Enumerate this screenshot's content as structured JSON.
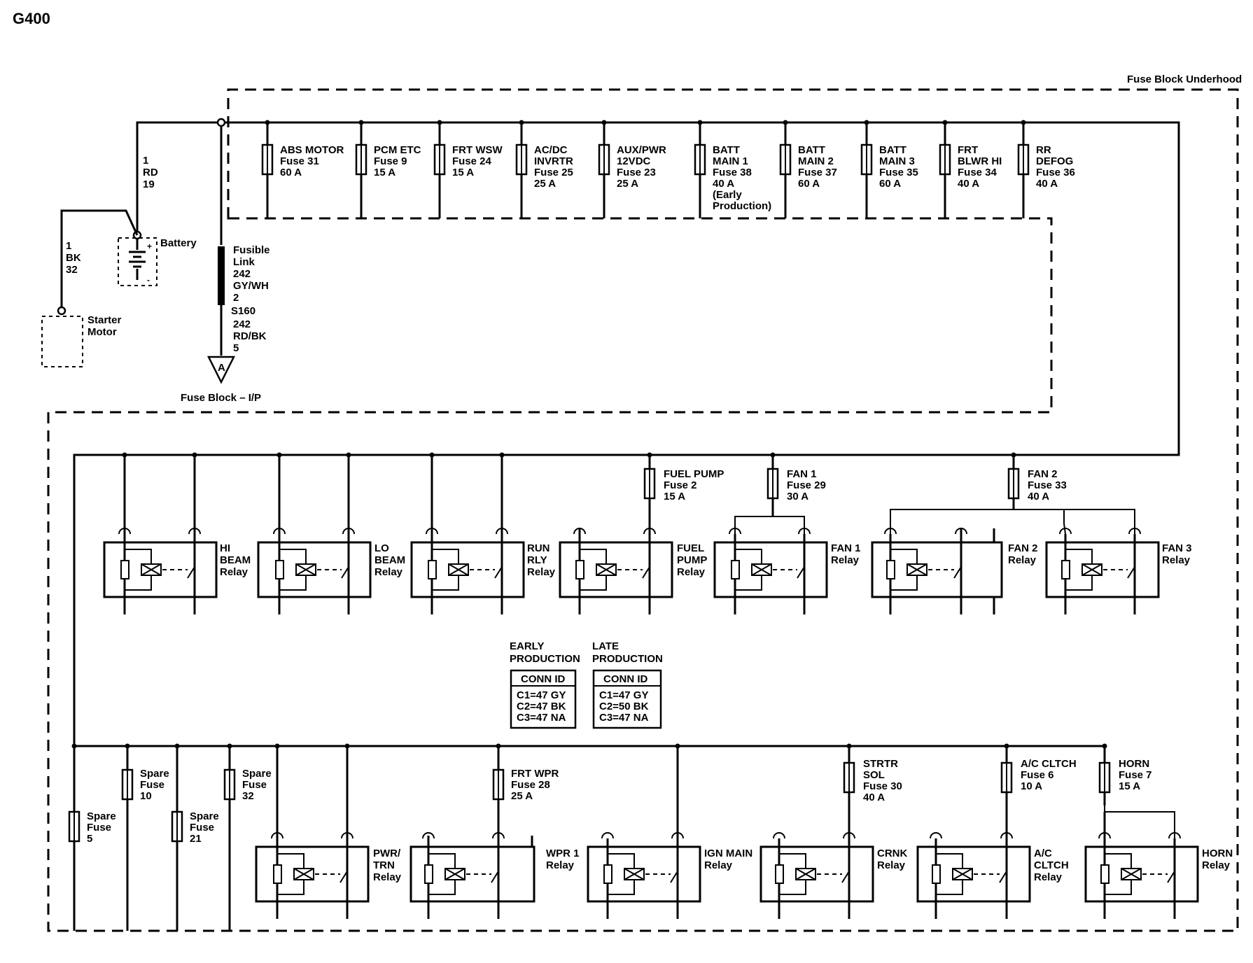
{
  "title": "G400",
  "underhood_label": "Fuse Block Underhood",
  "battery": {
    "label": "Battery",
    "plus": "+",
    "minus": "-"
  },
  "starter_motor": [
    "Starter",
    "Motor"
  ],
  "wire_rd": [
    "1",
    "RD",
    "19"
  ],
  "wire_bk": [
    "1",
    "BK",
    "32"
  ],
  "fusible_link": [
    "Fusible",
    "Link",
    "242",
    "GY/WH",
    "2"
  ],
  "splice": "S160",
  "wire_rdbk": [
    "242",
    "RD/BK",
    "5"
  ],
  "connector_a": "A",
  "fuse_block_ip": "Fuse Block – I/P",
  "top_fuses": [
    [
      "ABS MOTOR",
      "Fuse 31",
      "60 A"
    ],
    [
      "PCM ETC",
      "Fuse 9",
      "15 A"
    ],
    [
      "FRT WSW",
      "Fuse 24",
      "15 A"
    ],
    [
      "AC/DC",
      "INVRTR",
      "Fuse 25",
      "25 A"
    ],
    [
      "AUX/PWR",
      "12VDC",
      "Fuse 23",
      "25 A"
    ],
    [
      "BATT",
      "MAIN 1",
      "Fuse 38",
      "40 A",
      "(Early",
      "Production)"
    ],
    [
      "BATT",
      "MAIN 2",
      "Fuse 37",
      "60 A"
    ],
    [
      "BATT",
      "MAIN 3",
      "Fuse 35",
      "60 A"
    ],
    [
      "FRT",
      "BLWR HI",
      "Fuse 34",
      "40 A"
    ],
    [
      "RR",
      "DEFOG",
      "Fuse 36",
      "40 A"
    ]
  ],
  "mid_fuses": [
    [
      "FUEL PUMP",
      "Fuse 2",
      "15 A"
    ],
    [
      "FAN 1",
      "Fuse 29",
      "30 A"
    ],
    [
      "FAN 2",
      "Fuse 33",
      "40 A"
    ]
  ],
  "mid_relays": [
    [
      "HI",
      "BEAM",
      "Relay"
    ],
    [
      "LO",
      "BEAM",
      "Relay"
    ],
    [
      "RUN",
      "RLY",
      "Relay"
    ],
    [
      "FUEL",
      "PUMP",
      "Relay"
    ],
    [
      "FAN 1",
      "Relay"
    ],
    [
      "FAN 2",
      "Relay"
    ],
    [
      "FAN 3",
      "Relay"
    ]
  ],
  "conn_table": {
    "early_head": [
      "EARLY",
      "PRODUCTION"
    ],
    "late_head": [
      "LATE",
      "PRODUCTION"
    ],
    "col_title": "CONN ID",
    "early": [
      "C1=47 GY",
      "C2=47 BK",
      "C3=47 NA"
    ],
    "late": [
      "C1=47 GY",
      "C2=50 BK",
      "C3=47 NA"
    ]
  },
  "spare_fuses": [
    [
      "Spare",
      "Fuse",
      "5"
    ],
    [
      "Spare",
      "Fuse",
      "10"
    ],
    [
      "Spare",
      "Fuse",
      "21"
    ],
    [
      "Spare",
      "Fuse",
      "32"
    ]
  ],
  "bot_fuses": [
    [
      "FRT WPR",
      "Fuse 28",
      "25 A"
    ],
    [
      "STRTR",
      "SOL",
      "Fuse 30",
      "40 A"
    ],
    [
      "A/C CLTCH",
      "Fuse 6",
      "10 A"
    ],
    [
      "HORN",
      "Fuse 7",
      "15 A"
    ]
  ],
  "bot_relays": [
    [
      "PWR/",
      "TRN",
      "Relay"
    ],
    [
      "WPR 1",
      "Relay"
    ],
    [
      "IGN MAIN",
      "Relay"
    ],
    [
      "CRNK",
      "Relay"
    ],
    [
      "A/C",
      "CLTCH",
      "Relay"
    ],
    [
      "HORN",
      "Relay"
    ]
  ]
}
